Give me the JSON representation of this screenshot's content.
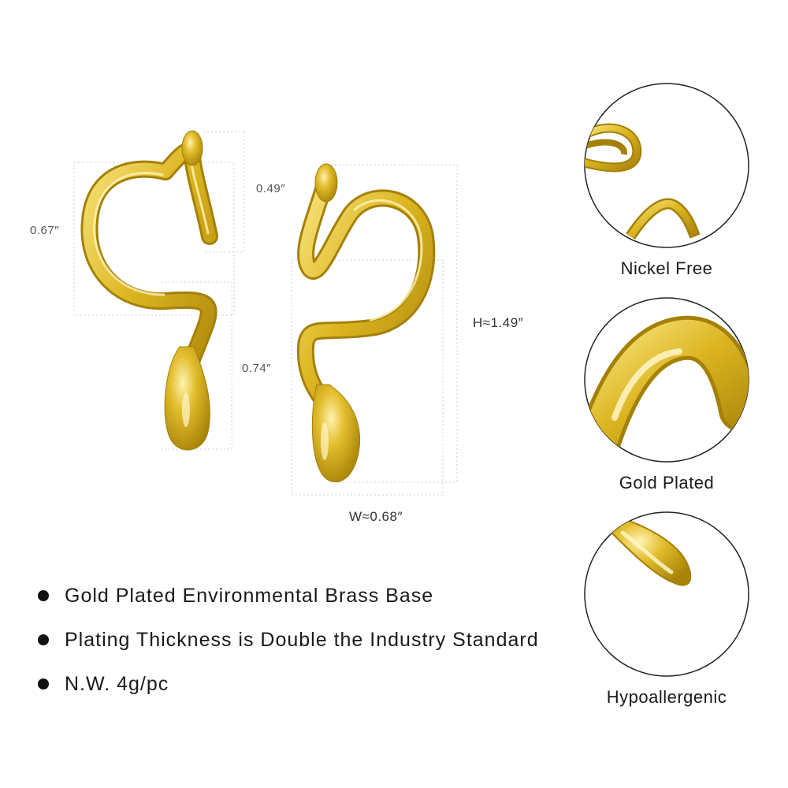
{
  "dimensions": {
    "top_gap": "0.49″",
    "left_height": "0.67″",
    "drop_height": "0.74″",
    "total_height": "H≈1.49″",
    "total_width": "W≈0.68″"
  },
  "features": [
    {
      "text": "Gold Plated Environmental Brass Base"
    },
    {
      "text": "Plating Thickness is Double the Industry Standard"
    },
    {
      "text": "N.W. 4g/pc"
    }
  ],
  "detail_circles": [
    {
      "label": "Nickel Free",
      "icon": "ear-post-closeup"
    },
    {
      "label": "Gold Plated",
      "icon": "gold-curve-closeup"
    },
    {
      "label": "Hypoallergenic",
      "icon": "drop-tip-closeup"
    }
  ],
  "colors": {
    "gold": "#d9b41c",
    "gold_highlight": "#fff6c8",
    "gold_shadow": "#a47f08",
    "dim_line": "#c8c8c8"
  }
}
